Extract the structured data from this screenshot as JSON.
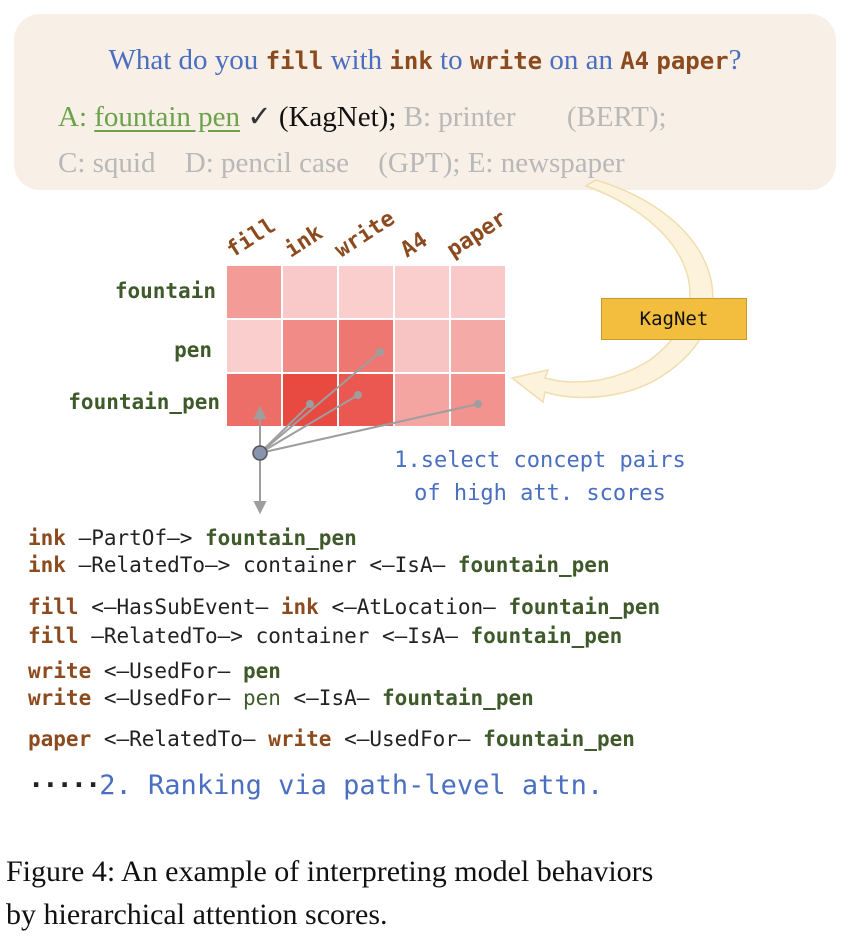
{
  "question": {
    "parts": [
      "What do you ",
      "fill",
      " with ",
      "ink",
      " to ",
      "write",
      " on an ",
      "A4",
      " ",
      "paper",
      "?"
    ]
  },
  "answers": {
    "a_label": "A:",
    "a_text": "fountain pen",
    "a_check": "✓",
    "a_model": "(KagNet);",
    "b": "B: printer",
    "b_model": "(BERT);",
    "c": "C: squid",
    "d": "D: pencil case",
    "d_model": "(GPT);",
    "e": "E: newspaper"
  },
  "heatmap": {
    "columns": [
      "fill",
      "ink",
      "write",
      "A4",
      "paper"
    ],
    "rows": [
      "fountain",
      "pen",
      "fountain_pen"
    ],
    "colors": {
      "cell_scale_low": "#fbe0e0",
      "cell_scale_high": "#e8463e"
    },
    "scores": [
      [
        0.45,
        0.15,
        0.12,
        0.12,
        0.15
      ],
      [
        0.12,
        0.55,
        0.68,
        0.18,
        0.35
      ],
      [
        0.75,
        0.98,
        0.88,
        0.38,
        0.5
      ]
    ]
  },
  "kagnet_label": "KagNet",
  "step1": {
    "line1": "1.select concept pairs",
    "line2": "of high att. scores"
  },
  "paths": [
    [
      [
        "q",
        "ink"
      ],
      [
        "t",
        " —PartOf—> "
      ],
      [
        "a",
        "fountain_pen"
      ]
    ],
    [
      [
        "q",
        "ink"
      ],
      [
        "t",
        " —RelatedTo—> container <—IsA— "
      ],
      [
        "a",
        "fountain_pen"
      ]
    ],
    [
      [
        "q",
        "fill"
      ],
      [
        "t",
        " <—HasSubEvent— "
      ],
      [
        "q",
        "ink"
      ],
      [
        "t",
        " <—AtLocation— "
      ],
      [
        "a",
        "fountain_pen"
      ]
    ],
    [
      [
        "q",
        "fill"
      ],
      [
        "t",
        " —RelatedTo—> container <—IsA— "
      ],
      [
        "a",
        "fountain_pen"
      ]
    ],
    [
      [
        "q",
        "write"
      ],
      [
        "t",
        " <—UsedFor— "
      ],
      [
        "a",
        "pen"
      ]
    ],
    [
      [
        "q",
        "write"
      ],
      [
        "t",
        " <—UsedFor— "
      ],
      [
        "m",
        "pen"
      ],
      [
        "t",
        " <—IsA— "
      ],
      [
        "a",
        "fountain_pen"
      ]
    ],
    [
      [
        "q",
        "paper"
      ],
      [
        "t",
        " <—RelatedTo— "
      ],
      [
        "q",
        "write"
      ],
      [
        "t",
        " <—UsedFor— "
      ],
      [
        "a",
        "fountain_pen"
      ]
    ]
  ],
  "step2": {
    "dots": "·····",
    "text": "2. Ranking via path-level attn."
  },
  "caption": {
    "line1": "Figure 4:  An example of interpreting model behaviors",
    "line2": "by hierarchical attention scores."
  }
}
